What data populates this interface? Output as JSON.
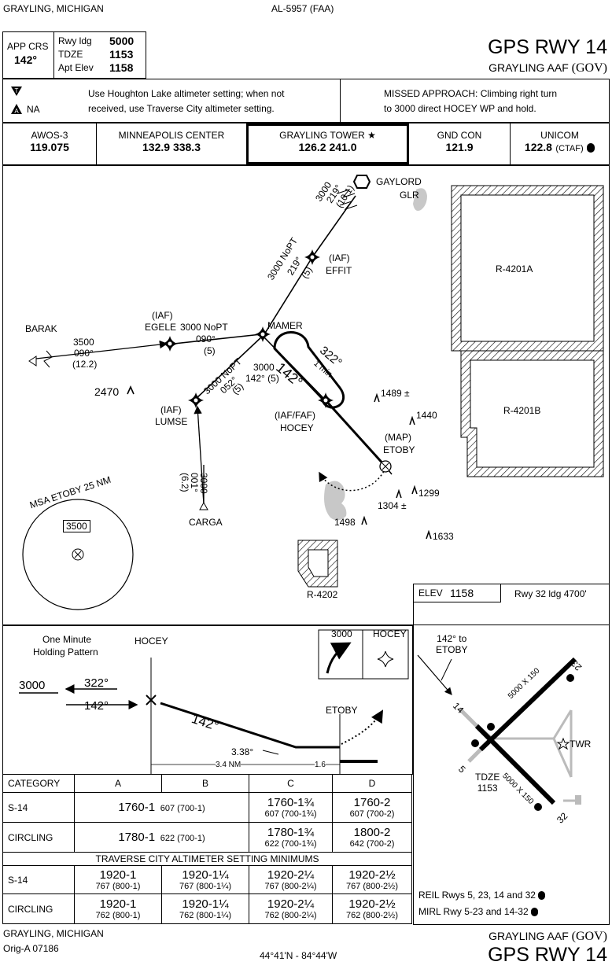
{
  "header": {
    "location": "GRAYLING, MICHIGAN",
    "chart_id": "AL-5957 (FAA)",
    "procedure": "GPS RWY 14",
    "airport": "GRAYLING AAF",
    "airport_gov": "(GOV)",
    "app_crs_label": "APP CRS",
    "app_crs_value": "142°",
    "rwy_ldg_label": "Rwy ldg",
    "rwy_ldg_value": "5000",
    "tdze_label": "TDZE",
    "tdze_value": "1153",
    "apt_elev_label": "Apt Elev",
    "apt_elev_value": "1158"
  },
  "notes": {
    "na_label": "NA",
    "altimeter_note_1": "Use Houghton Lake altimeter setting; when not",
    "altimeter_note_2": "received, use Traverse City altimeter setting.",
    "missed_approach_1": "MISSED APPROACH: Climbing right turn",
    "missed_approach_2": "to 3000 direct HOCEY WP and hold."
  },
  "comms": [
    {
      "name": "AWOS-3",
      "freq": "119.075"
    },
    {
      "name": "MINNEAPOLIS CENTER",
      "freq": "132.9  338.3"
    },
    {
      "name": "GRAYLING TOWER ★",
      "freq": "126.2  241.0"
    },
    {
      "name": "GND CON",
      "freq": "121.9"
    },
    {
      "name": "UNICOM",
      "freq": "122.8",
      "suffix": "(CTAF)"
    }
  ],
  "plan": {
    "gaylord": "GAYLORD",
    "glr": "GLR",
    "r4201a": "R-4201A",
    "r4201b": "R-4201B",
    "r4202": "R-4202",
    "effit_iaf": "(IAF)",
    "effit": "EFFIT",
    "egele_iaf": "(IAF)",
    "egele": "EGELE",
    "mamer": "MAMER",
    "barak": "BARAK",
    "lumse_iaf": "(IAF)",
    "lumse": "LUMSE",
    "hocey_iaf": "(IAF/FAF)",
    "hocey": "HOCEY",
    "etoby_map": "(MAP)",
    "etoby": "ETOBY",
    "carga": "CARGA",
    "seg_glr_alt": "3000",
    "seg_glr_crs": "219°",
    "seg_glr_dist": "(10.1)",
    "seg_effit_alt": "3000 NoPT",
    "seg_effit_crs": "219°",
    "seg_effit_dist": "(5)",
    "seg_barak_alt": "3500",
    "seg_barak_crs": "090°",
    "seg_barak_dist": "(12.2)",
    "seg_egele_alt": "3000 NoPT",
    "seg_egele_crs": "090°",
    "seg_egele_dist": "(5)",
    "seg_lumse_alt": "3000 NoPT",
    "seg_lumse_crs": "052°",
    "seg_lumse_dist": "(5)",
    "seg_mamer_alt": "3000",
    "seg_mamer_crs": "142° (5)",
    "seg_carga_alt": "3000",
    "seg_carga_crs": "001°",
    "seg_carga_dist": "(6.2)",
    "final_crs": "142°",
    "hold_crs": "322°",
    "hold_time": "1 min",
    "elev_2470": "2470",
    "elev_1489": "1489 ±",
    "elev_1440": "1440",
    "elev_1299": "1299",
    "elev_1304": "1304 ±",
    "elev_1498": "1498",
    "elev_1633": "1633",
    "msa_label": "MSA ETOBY 25 NM",
    "msa_alt": "3500"
  },
  "profile": {
    "hold_title_1": "One Minute",
    "hold_title_2": "Holding Pattern",
    "hocey": "HOCEY",
    "etoby": "ETOBY",
    "alt": "3000",
    "outbound": "322°",
    "inbound": "142°",
    "final_crs": "142°",
    "glide": "3.38°",
    "dist_1": "3.4 NM",
    "dist_2": "1.6",
    "icon_alt": "3000",
    "icon_fix": "HOCEY"
  },
  "minimums": {
    "headers": [
      "CATEGORY",
      "A",
      "B",
      "C",
      "D"
    ],
    "rows": [
      {
        "label": "S-14",
        "a_main": "1760-1",
        "a_sub": "607 (700-1)",
        "c_main": "1760-1¾",
        "c_sub": "607 (700-1¾)",
        "d_main": "1760-2",
        "d_sub": "607 (700-2)"
      },
      {
        "label": "CIRCLING",
        "a_main": "1780-1",
        "a_sub": "622 (700-1)",
        "c_main": "1780-1¾",
        "c_sub": "622 (700-1¾)",
        "d_main": "1800-2",
        "d_sub": "642 (700-2)"
      }
    ],
    "traverse_title": "TRAVERSE CITY ALTIMETER SETTING MINIMUMS",
    "traverse_rows": [
      {
        "label": "S-14",
        "a_main": "1920-1",
        "a_sub": "767 (800-1)",
        "b_main": "1920-1¼",
        "b_sub": "767 (800-1¼)",
        "c_main": "1920-2¼",
        "c_sub": "767 (800-2¼)",
        "d_main": "1920-2½",
        "d_sub": "767 (800-2½)"
      },
      {
        "label": "CIRCLING",
        "a_main": "1920-1",
        "a_sub": "762 (800-1)",
        "b_main": "1920-1¼",
        "b_sub": "762 (800-1¼)",
        "c_main": "1920-2¼",
        "c_sub": "762 (800-2¼)",
        "d_main": "1920-2½",
        "d_sub": "762 (800-2½)"
      }
    ]
  },
  "airport_diagram": {
    "elev_label": "ELEV",
    "elev_value": "1158",
    "rwy_ldg": "Rwy 32 ldg 4700'",
    "crs_note_1": "142° to",
    "crs_note_2": "ETOBY",
    "rwy_dims_1": "5000 X 150",
    "rwy_dims_2": "5000 X 150",
    "rwy_23": "23",
    "rwy_14": "14",
    "rwy_5": "5",
    "rwy_32": "32",
    "tdze_label": "TDZE",
    "tdze_value": "1153",
    "twr": "TWR",
    "reil": "REIL Rwys 5, 23, 14 and 32",
    "mirl": "MIRL Rwy 5-23 and 14-32"
  },
  "footer": {
    "location": "GRAYLING, MICHIGAN",
    "orig": "Orig-A  07186",
    "coords": "44°41'N - 84°44'W",
    "airport": "GRAYLING AAF",
    "airport_gov": "(GOV)",
    "procedure": "GPS RWY 14"
  }
}
